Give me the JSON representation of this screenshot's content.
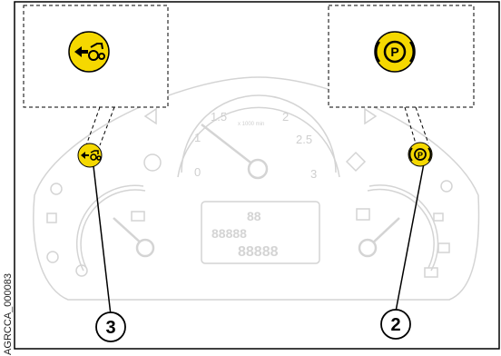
{
  "document_reference": "AGRCCA_000083",
  "speedometer": {
    "ticks": [
      "0",
      "1",
      "1.5",
      "2",
      "2.5",
      "3"
    ],
    "unit": "x 1000 min"
  },
  "lcd": {
    "row1": "88",
    "row2": "88888",
    "row3": "88888"
  },
  "callouts": [
    {
      "number": "3",
      "symbol": "tractor-ground-drive-icon",
      "color": "#f5d800"
    },
    {
      "number": "2",
      "symbol": "parking-brake-icon",
      "color": "#f5d800"
    }
  ],
  "colors": {
    "indicator_yellow": "#f5d800",
    "ghost_lines": "#d4d4d4",
    "frame": "#000000"
  }
}
